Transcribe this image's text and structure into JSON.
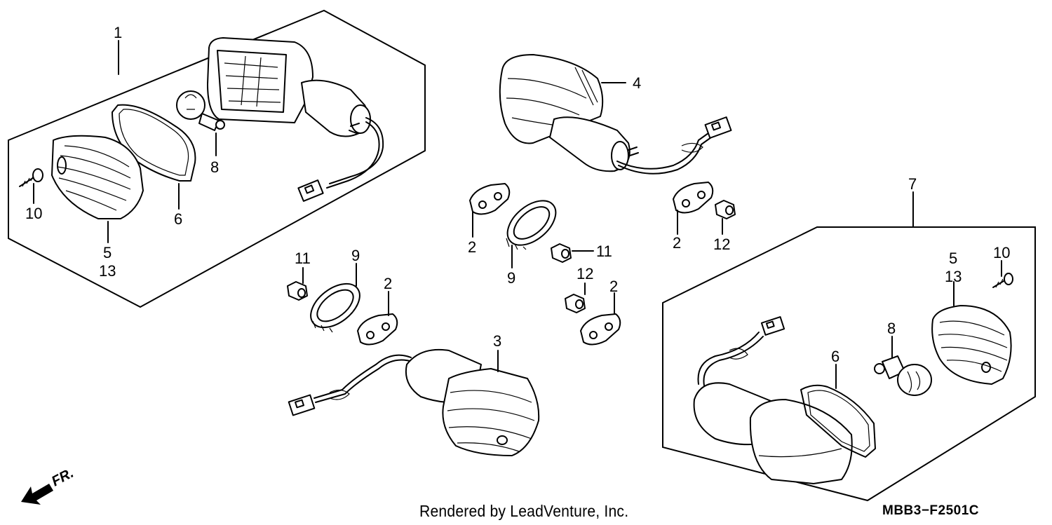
{
  "callouts": {
    "c1": "1",
    "c2a": "2",
    "c2b": "2",
    "c2c": "2",
    "c2d": "2",
    "c3": "3",
    "c4": "4",
    "c5a": "5",
    "c13a": "13",
    "c5b": "5",
    "c13b": "13",
    "c6a": "6",
    "c6b": "6",
    "c7": "7",
    "c8a": "8",
    "c8b": "8",
    "c9a": "9",
    "c9b": "9",
    "c10a": "10",
    "c10b": "10",
    "c11a": "11",
    "c11b": "11",
    "c12a": "12",
    "c12b": "12"
  },
  "direction": {
    "label": "FR."
  },
  "footer": {
    "credit": "Rendered by LeadVenture, Inc.",
    "diagram_code": "MBB3−F2501C"
  }
}
